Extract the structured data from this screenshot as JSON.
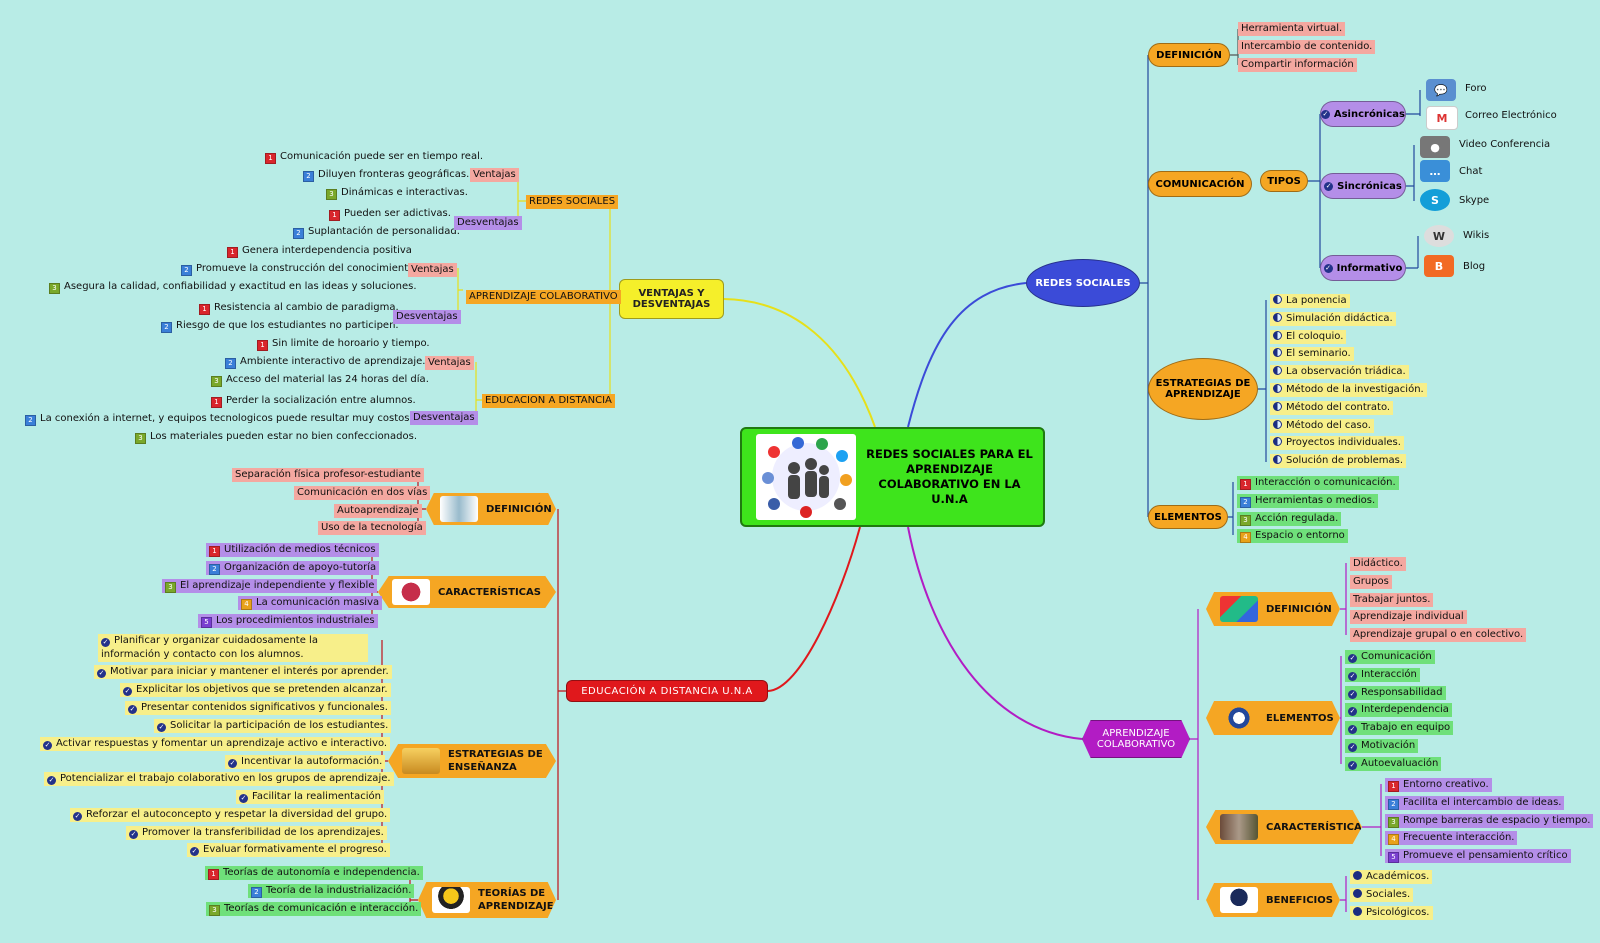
{
  "center": {
    "title": "REDES SOCIALES PARA EL APRENDIZAJE COLABORATIVO EN LA U.N.A"
  },
  "redes": {
    "title": "REDES SOCIALES",
    "definicion": {
      "title": "DEFINICIÓN",
      "items": [
        "Herramienta virtual.",
        "Intercambio de contenido.",
        "Compartir información"
      ]
    },
    "comunicacion": {
      "title": "COMUNICACIÓN",
      "tipos": "TIPOS",
      "asincronicas": {
        "title": "Asincrónicas",
        "items": [
          "Foro",
          "Correo Electrónico"
        ]
      },
      "sincronicas": {
        "title": "Sincrónicas",
        "items": [
          "Video Conferencia",
          "Chat",
          "Skype"
        ]
      },
      "informativo": {
        "title": "Informativo",
        "items": [
          "Wikis",
          "Blog"
        ]
      }
    },
    "estrategias": {
      "title": "ESTRATEGIAS DE APRENDIZAJE",
      "items": [
        "La ponencia",
        "Simulación didáctica.",
        "El coloquio.",
        "El seminario.",
        "La observación triádica.",
        "Método de la investigación.",
        "Método del contrato.",
        "Método del caso.",
        "Proyectos individuales.",
        "Solución de problemas."
      ]
    },
    "elementos": {
      "title": "ELEMENTOS",
      "items": [
        "Interacción o comunicación.",
        "Herramientas o medios.",
        "Acción regulada.",
        "Espacio o entorno"
      ]
    }
  },
  "aprendizaje": {
    "title": "APRENDIZAJE COLABORATIVO",
    "definicion": {
      "title": "DEFINICIÓN",
      "items": [
        "Didáctico.",
        "Grupos",
        "Trabajar juntos.",
        "Aprendizaje individual",
        "Aprendizaje grupal o en colectivo."
      ]
    },
    "elementos": {
      "title": "ELEMENTOS",
      "items": [
        "Comunicación",
        "Interacción",
        "Responsabilidad",
        "Interdependencia",
        "Trabajo en equipo",
        "Motivación",
        "Autoevaluación"
      ]
    },
    "caracteristicas": {
      "title": "CARACTERÍSTICAS",
      "items": [
        "Entorno creativo.",
        "Facilita el intercambio de ideas.",
        "Rompe barreras de espacio y tiempo.",
        "Frecuente interacción.",
        "Promueve el pensamiento crítico"
      ]
    },
    "beneficios": {
      "title": "BENEFICIOS",
      "items": [
        "Académicos.",
        "Sociales.",
        "Psicológicos."
      ]
    }
  },
  "ventajas": {
    "title": "VENTAJAS Y DESVENTAJAS",
    "redes": {
      "title": "REDES SOCIALES",
      "ventajas_label": "Ventajas",
      "desventajas_label": "Desventajas",
      "ventajas": [
        "Comunicación puede ser en tiempo real.",
        "Diluyen fronteras geográficas.",
        "Dinámicas e interactivas."
      ],
      "desventajas": [
        "Pueden ser adictivas.",
        "Suplantación de personalidad."
      ]
    },
    "aprendizaje": {
      "title": "APRENDIZAJE COLABORATIVO",
      "ventajas_label": "Ventajas",
      "desventajas_label": "Desventajas",
      "ventajas": [
        "Genera interdependencia positiva",
        "Promueve la construcción del conocimiento.",
        "Asegura la calidad, confiabilidad y exactitud en las ideas y soluciones."
      ],
      "desventajas": [
        "Resistencia al cambio de paradigma.",
        "Riesgo de que los estudiantes no participen."
      ]
    },
    "distancia": {
      "title": "EDUCACION A DISTANCIA",
      "ventajas_label": "Ventajas",
      "desventajas_label": "Desventajas",
      "ventajas": [
        "Sin limite de horoario y tiempo.",
        "Ambiente interactivo de aprendizaje.",
        "Acceso del material las 24 horas del día."
      ],
      "desventajas": [
        "Perder la socialización entre alumnos.",
        "La conexión a internet, y equipos tecnologicos puede resultar muy costosos.",
        "Los materiales pueden estar no bien confeccionados."
      ]
    }
  },
  "educacion": {
    "title": "EDUCACIÓN A DISTANCIA U.N.A",
    "definicion": {
      "title": "DEFINICIÓN",
      "items": [
        "Separación física profesor-estudiante",
        "Comunicación en dos vías",
        "Autoaprendizaje",
        "Uso de la tecnología"
      ]
    },
    "caracteristicas": {
      "title": "CARACTERÍSTICAS",
      "items": [
        "Utilización de medios técnicos",
        "Organización de apoyo-tutoría",
        "El aprendizaje independiente y flexible",
        "La comunicación masiva",
        "Los procedimientos industriales"
      ]
    },
    "estrategias": {
      "title": "ESTRATEGIAS DE ENSEÑANZA",
      "items": [
        "Planificar y organizar cuidadosamente la información y contacto con los alumnos.",
        "Motivar para iniciar y mantener el interés por aprender.",
        "Explicitar los objetivos que se pretenden alcanzar.",
        "Presentar contenidos significativos y funcionales.",
        "Solicitar la participación de los estudiantes.",
        "Activar respuestas y fomentar un aprendizaje activo e interactivo.",
        "Incentivar la autoformación.",
        "Potencializar el trabajo colaborativo en los grupos de aprendizaje.",
        "Facilitar la realimentación",
        "Reforzar el autoconcepto y respetar la diversidad del grupo.",
        "Promover la transferibilidad de los aprendizajes.",
        "Evaluar formativamente el progreso."
      ]
    },
    "teorias": {
      "title": "TEORÍAS DE APRENDIZAJE",
      "items": [
        "Teorías de autonomía e independencia.",
        "Teoría de la industrialización.",
        "Teorías de comunicación e interacción."
      ]
    }
  },
  "colors": {
    "background": "#b8ece6",
    "center": "#3ee41c",
    "redes": "#3b4bd8",
    "aprendizaje": "#b21cc4",
    "ventajas": "#f5ef2a",
    "educacion": "#e0181c",
    "branch": "#f5a623"
  }
}
